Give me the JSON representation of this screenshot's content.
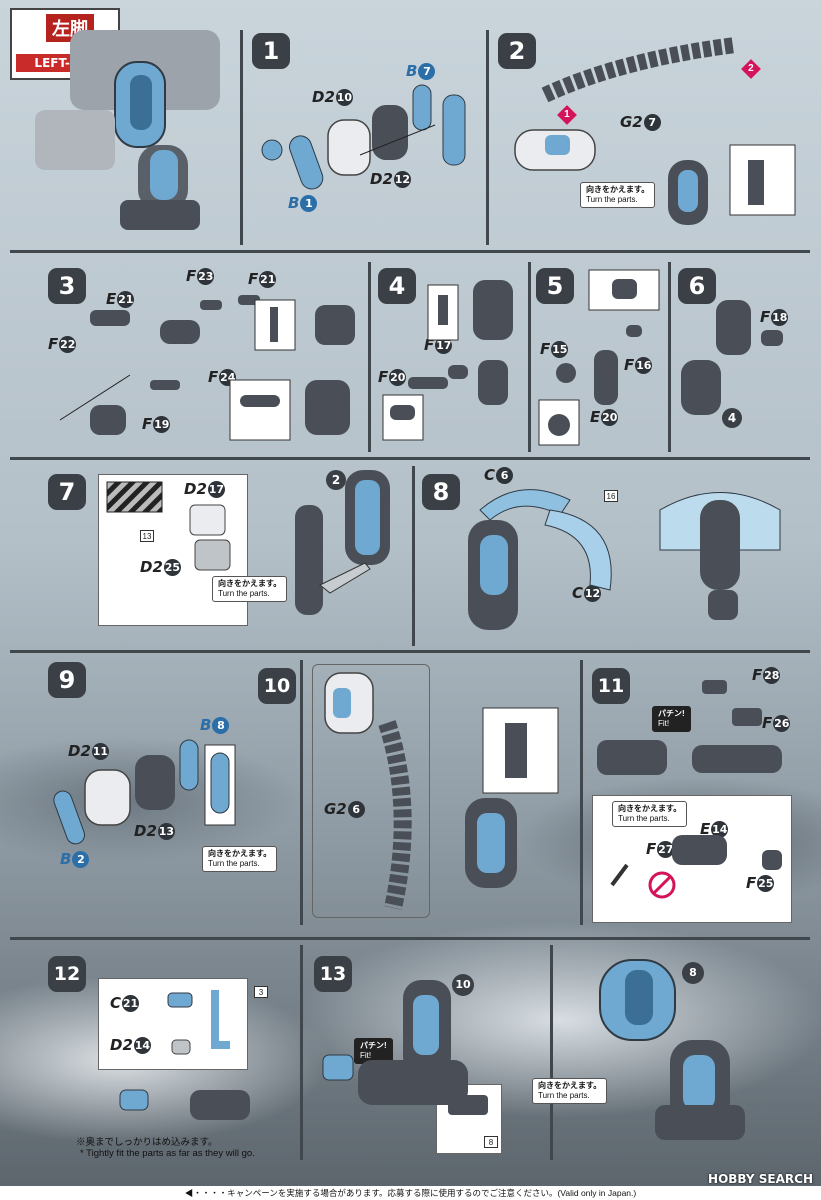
{
  "header": {
    "title_jp": "左脚",
    "title_en": "LEFT-LEG"
  },
  "steps": [
    {
      "num": "1"
    },
    {
      "num": "2"
    },
    {
      "num": "3"
    },
    {
      "num": "4"
    },
    {
      "num": "5"
    },
    {
      "num": "6"
    },
    {
      "num": "7"
    },
    {
      "num": "8"
    },
    {
      "num": "9"
    },
    {
      "num": "10"
    },
    {
      "num": "11"
    },
    {
      "num": "12"
    },
    {
      "num": "13"
    }
  ],
  "labels": {
    "s1_b7": "B",
    "s1_b7n": "7",
    "s1_d210": "D2",
    "s1_d210n": "10",
    "s1_d212": "D2",
    "s1_d212n": "12",
    "s1_b1": "B",
    "s1_b1n": "1",
    "s2_g27": "G2",
    "s2_g27n": "7",
    "s3_e21": "E",
    "s3_e21n": "21",
    "s3_f23": "F",
    "s3_f23n": "23",
    "s3_f21": "F",
    "s3_f21n": "21",
    "s3_f22": "F",
    "s3_f22n": "22",
    "s3_f24": "F",
    "s3_f24n": "24",
    "s3_f19": "F",
    "s3_f19n": "19",
    "s4_f17": "F",
    "s4_f17n": "17",
    "s4_f20": "F",
    "s4_f20n": "20",
    "s5_f15": "F",
    "s5_f15n": "15",
    "s5_f16": "F",
    "s5_f16n": "16",
    "s5_e20": "E",
    "s5_e20n": "20",
    "s6_f18": "F",
    "s6_f18n": "18",
    "s7_d217": "D2",
    "s7_d217n": "17",
    "s7_d225": "D2",
    "s7_d225n": "25",
    "s8_c6": "C",
    "s8_c6n": "6",
    "s8_c12": "C",
    "s8_c12n": "12",
    "s9_b8": "B",
    "s9_b8n": "8",
    "s9_d211": "D2",
    "s9_d211n": "11",
    "s9_d213": "D2",
    "s9_d213n": "13",
    "s9_b2": "B",
    "s9_b2n": "2",
    "s10_g26": "G2",
    "s10_g26n": "6",
    "s11_f28": "F",
    "s11_f28n": "28",
    "s11_f26": "F",
    "s11_f26n": "26",
    "s11_e14": "E",
    "s11_e14n": "14",
    "s11_f27": "F",
    "s11_f27n": "27",
    "s11_f25": "F",
    "s11_f25n": "25",
    "s12_c21": "C",
    "s12_c21n": "21",
    "s12_d214": "D2",
    "s12_d214n": "14"
  },
  "notes": {
    "turn_jp": "向きをかえます。",
    "turn_en": "Turn the parts.",
    "fit_jp": "パチン!",
    "fit_en": "Fit!"
  },
  "refs": {
    "r13": "13",
    "r16": "16",
    "r3": "3",
    "r8": "8"
  },
  "step_refs": {
    "s2_circle": "2",
    "s13_circle": "10",
    "s13_right_circle": "8",
    "s6_circle": "4"
  },
  "footer": {
    "jp": "※奥までしっかりはめ込みます。",
    "en": "* Tightly fit the parts as far as they will go.",
    "bottom": "◀・・・・キャンペーンを実施する場合があります。応募する際に使用するのでご注意ください。(Valid only in Japan.)",
    "watermark": "HOBBY SEARCH"
  },
  "colors": {
    "accent": "#d4145a",
    "blue_part": "#6fa8d0",
    "dark_part": "#4a4f57",
    "panel_bg": "#dde5ea"
  }
}
